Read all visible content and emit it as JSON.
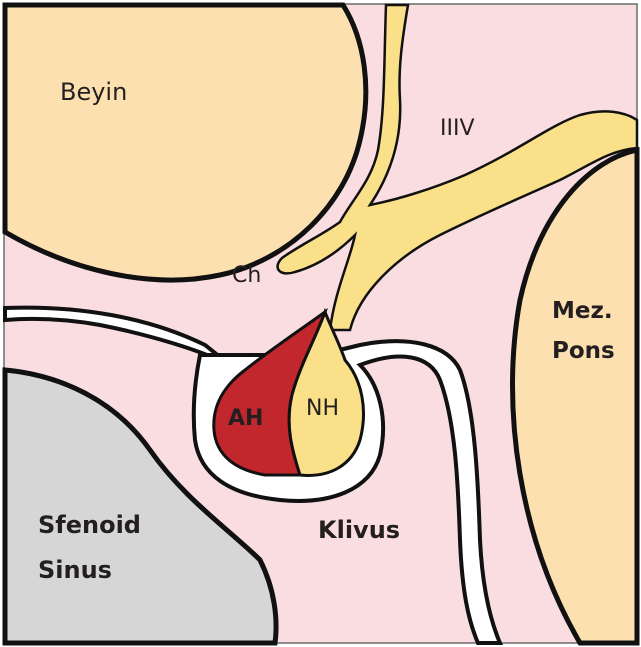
{
  "colors": {
    "background": "#fadde1",
    "brain": "#fde0b0",
    "outline": "#111111",
    "bone": "#d6d6d6",
    "adenohypophysis": "#c1272d",
    "neurohypophysis": "#fbe08a",
    "dura": "#ffffff"
  },
  "labels": {
    "beyin": "Beyin",
    "iiiv": "IIIV",
    "ch": "Ch",
    "mez_pons_line1": "Mez.",
    "mez_pons_line2": "Pons",
    "ah": "AH",
    "nh": "NH",
    "sfenoid_line1": "Sfenoid",
    "sinus_line2": "Sinus",
    "klivus": "Klivus"
  }
}
